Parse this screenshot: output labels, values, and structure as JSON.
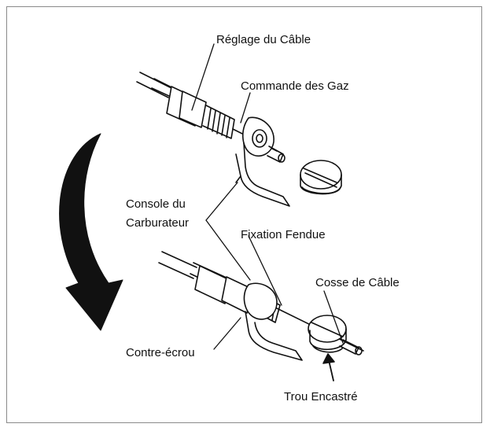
{
  "labels": {
    "cable_adjuster": "Réglage du Câble",
    "throttle_lever": "Commande des Gaz",
    "carb_bracket_line1": "Console du",
    "carb_bracket_line2": "Carburateur",
    "slotted_fitting": "Fixation Fendue",
    "cable_end": "Cosse de Câble",
    "locknut": "Contre-écrou",
    "recessed_hole": "Trou Encastré"
  },
  "colors": {
    "ink": "#111111",
    "frame": "#8a8a8a",
    "background": "#ffffff"
  }
}
